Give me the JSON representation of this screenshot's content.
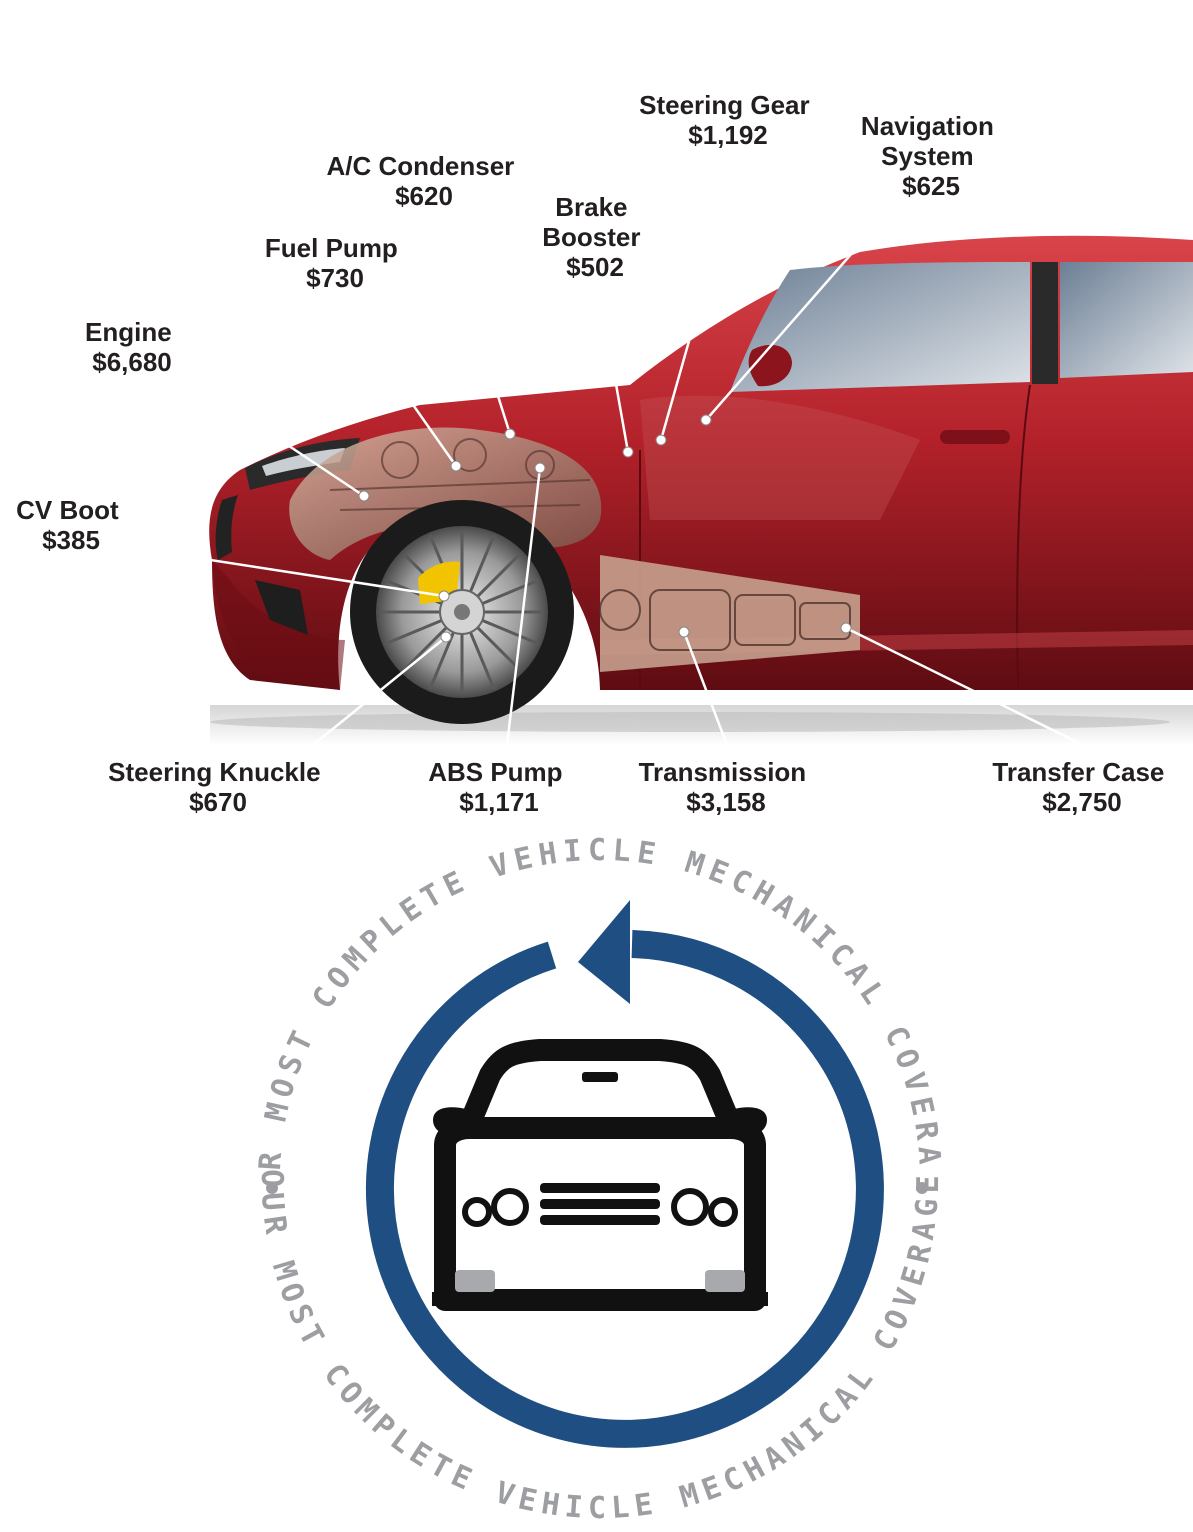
{
  "parts": [
    {
      "id": "steering-gear",
      "name": [
        "Steering Gear"
      ],
      "price": "$1,192"
    },
    {
      "id": "navigation-system",
      "name": [
        "Navigation",
        "System"
      ],
      "price": "$625"
    },
    {
      "id": "ac-condenser",
      "name": [
        "A/C Condenser"
      ],
      "price": "$620"
    },
    {
      "id": "brake-booster",
      "name": [
        "Brake",
        "Booster"
      ],
      "price": "$502"
    },
    {
      "id": "fuel-pump",
      "name": [
        "Fuel Pump"
      ],
      "price": "$730"
    },
    {
      "id": "engine",
      "name": [
        "Engine"
      ],
      "price": "$6,680"
    },
    {
      "id": "cv-boot",
      "name": [
        "CV Boot"
      ],
      "price": "$385"
    },
    {
      "id": "steering-knuckle",
      "name": [
        "Steering Knuckle"
      ],
      "price": "$670"
    },
    {
      "id": "abs-pump",
      "name": [
        "ABS Pump"
      ],
      "price": "$1,171"
    },
    {
      "id": "transmission",
      "name": [
        "Transmission"
      ],
      "price": "$3,158"
    },
    {
      "id": "transfer-case",
      "name": [
        "Transfer Case"
      ],
      "price": "$2,750"
    }
  ],
  "seal": {
    "ring_text_top": "OUR MOST COMPLETE VEHICLE MECHANICAL COVERAGE",
    "ring_text_bottom": "OUR MOST COMPLETE VEHICLE MECHANICAL COVERAGE",
    "arrow_color": "#1f4f82",
    "text_color": "#9c9ea1"
  },
  "colors": {
    "car_body": "#b3212a",
    "label_text": "#231f20",
    "leader_line": "#ffffff"
  },
  "icons": [
    "car-cutaway-illustration",
    "car-front-icon",
    "circular-arrow-icon"
  ]
}
